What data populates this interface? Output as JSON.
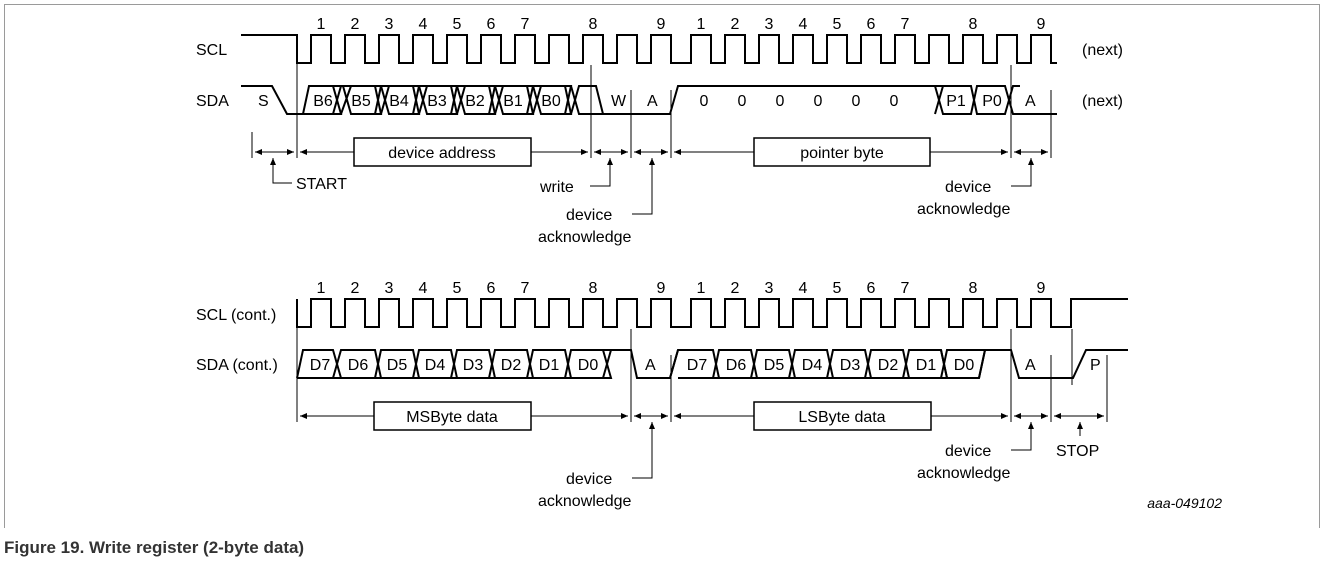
{
  "figure": {
    "caption": "Figure 19.  Write register (2-byte data)",
    "reference_id": "aaa-049102"
  },
  "top": {
    "scl_label": "SCL",
    "sda_label": "SDA",
    "next_label": "(next)",
    "clock_numbers": [
      "1",
      "2",
      "3",
      "4",
      "5",
      "6",
      "7",
      "8",
      "9",
      "1",
      "2",
      "3",
      "4",
      "5",
      "6",
      "7",
      "8",
      "9"
    ],
    "start_symbol": "S",
    "address_bits": [
      "B6",
      "B5",
      "B4",
      "B3",
      "B2",
      "B1",
      "B0"
    ],
    "write_bit": "W",
    "ack_symbol": "A",
    "pointer_bits": [
      "0",
      "0",
      "0",
      "0",
      "0",
      "0",
      "P1",
      "P0"
    ],
    "segment_device_address": "device address",
    "segment_pointer_byte": "pointer byte",
    "annot_start": "START",
    "annot_write": "write",
    "annot_device": "device",
    "annot_acknowledge": "acknowledge"
  },
  "bottom": {
    "scl_label": "SCL (cont.)",
    "sda_label": "SDA (cont.)",
    "clock_numbers": [
      "1",
      "2",
      "3",
      "4",
      "5",
      "6",
      "7",
      "8",
      "9",
      "1",
      "2",
      "3",
      "4",
      "5",
      "6",
      "7",
      "8",
      "9"
    ],
    "data_bits": [
      "D7",
      "D6",
      "D5",
      "D4",
      "D3",
      "D2",
      "D1",
      "D0"
    ],
    "ack_symbol": "A",
    "stop_symbol": "P",
    "segment_msbyte": "MSByte data",
    "segment_lsbyte": "LSByte data",
    "annot_device": "device",
    "annot_acknowledge": "acknowledge",
    "annot_stop": "STOP"
  }
}
